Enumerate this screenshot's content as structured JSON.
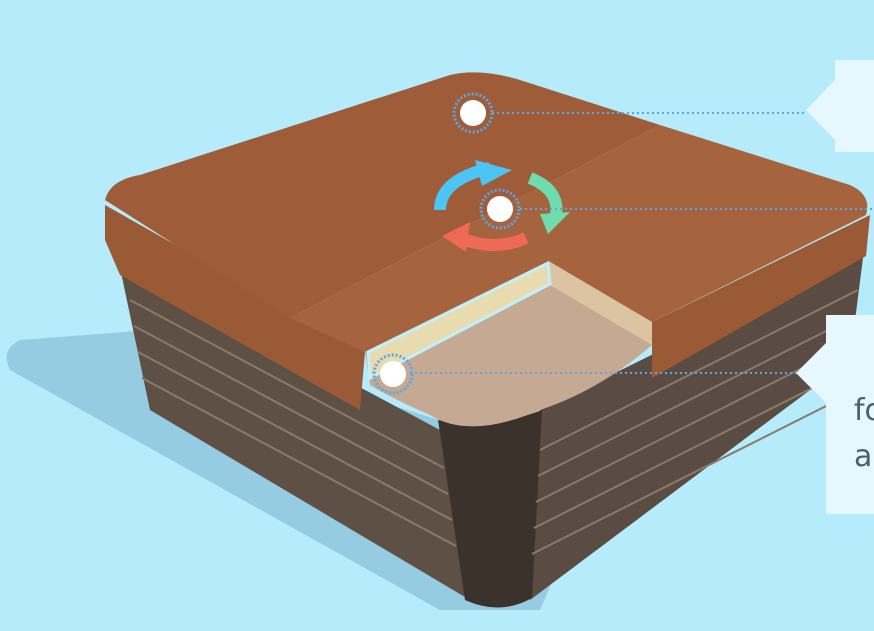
{
  "colors": {
    "background": "#b5ebfb",
    "callout_box": "#e6f8fe",
    "cover_top": "#a1603a",
    "cover_side": "#9b5a36",
    "cabinet": "#5e5045",
    "cabinet_dark": "#3c322c",
    "interior": "#c5a992",
    "insulation": "#e9dbb0",
    "hotspot": "#ffffff",
    "leader_line": "#5aa6e8",
    "arrow_blue": "#4cc4f4",
    "arrow_green": "#6fdcae",
    "arrow_red": "#ee6a57"
  },
  "icons": [
    "hotspot-dot",
    "circulation-arrows-icon"
  ],
  "callouts": {
    "third_line_1": "fo",
    "third_line_2": "a"
  }
}
